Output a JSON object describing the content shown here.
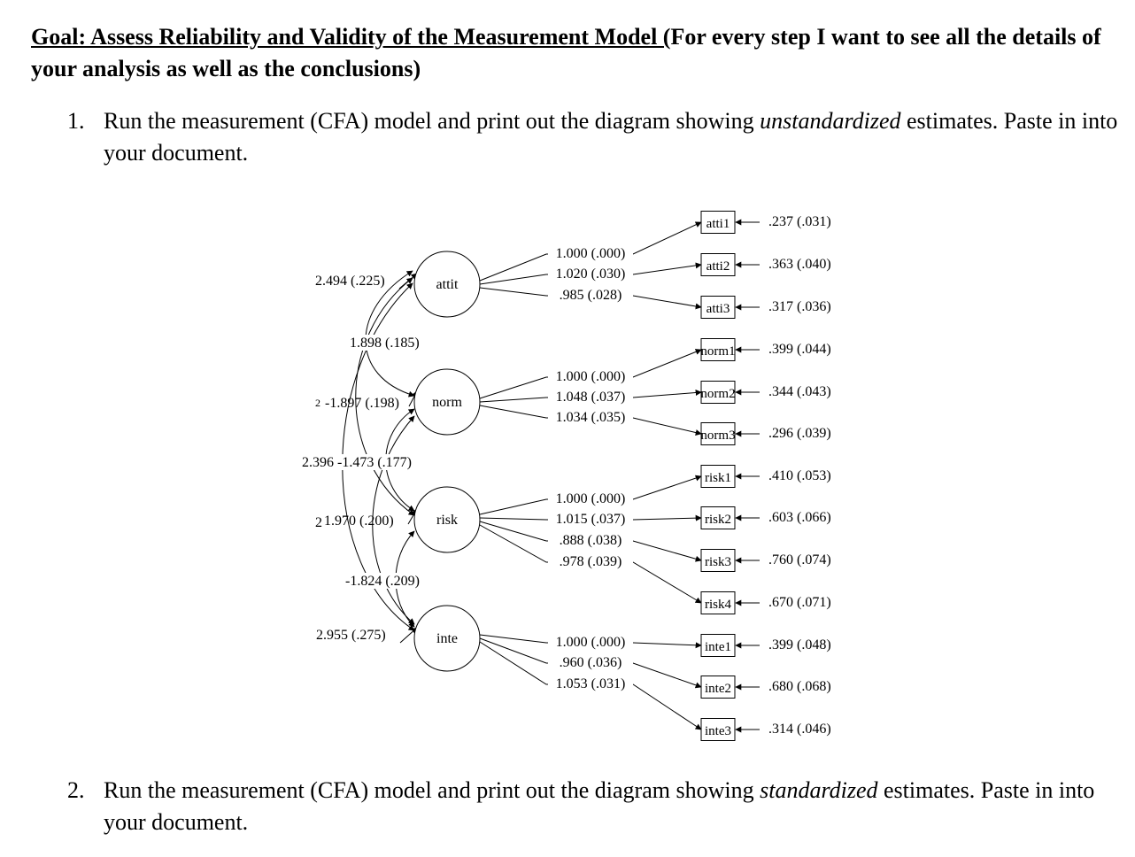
{
  "heading": {
    "goal_underlined": "Goal: Assess Reliability and Validity of the Measurement Model (",
    "goal_rest": "For every step I want to see all the details of your analysis as well as the conclusions)"
  },
  "steps": [
    {
      "number": "1.",
      "text_before": "Run the measurement (CFA) model and print out the diagram showing ",
      "emphasis": "unstandardized",
      "text_after": " estimates. Paste in into your document."
    },
    {
      "number": "2.",
      "text_before": "Run the measurement (CFA) model and print out the diagram showing ",
      "emphasis": "standardized",
      "text_after": " estimates. Paste in into your document."
    }
  ],
  "diagram": {
    "latents": [
      {
        "name": "attit",
        "variance": "2.494 (.225)",
        "loadings": [
          "1.000 (.000)",
          "1.020 (.030)",
          ".985 (.028)"
        ],
        "indicators": [
          "atti1",
          "atti2",
          "atti3"
        ],
        "errors": [
          ".237 (.031)",
          ".363 (.040)",
          ".317 (.036)"
        ]
      },
      {
        "name": "norm",
        "variance": "-1.897 (.198)",
        "loadings": [
          "1.000 (.000)",
          "1.048 (.037)",
          "1.034 (.035)"
        ],
        "indicators": [
          "norm1",
          "norm2",
          "norm3"
        ],
        "errors": [
          ".399 (.044)",
          ".344 (.043)",
          ".296 (.039)"
        ]
      },
      {
        "name": "risk",
        "variance": "1.970 (.200)",
        "loadings": [
          "1.000 (.000)",
          "1.015 (.037)",
          ".888 (.038)",
          ".978 (.039)"
        ],
        "indicators": [
          "risk1",
          "risk2",
          "risk3",
          "risk4"
        ],
        "errors": [
          ".410 (.053)",
          ".603 (.066)",
          ".760 (.074)",
          ".670 (.071)"
        ]
      },
      {
        "name": "inte",
        "variance": "2.955 (.275)",
        "loadings": [
          "1.000 (.000)",
          ".960 (.036)",
          "1.053 (.031)"
        ],
        "indicators": [
          "inte1",
          "inte2",
          "inte3"
        ],
        "errors": [
          ".399 (.048)",
          ".680 (.068)",
          ".314 (.046)"
        ]
      }
    ],
    "covariances": [
      "1.898 (.185)",
      "2.396 -1.473 (.177)",
      "-1.824 (.209)"
    ],
    "stray_glyphs": [
      "2",
      "2"
    ]
  }
}
